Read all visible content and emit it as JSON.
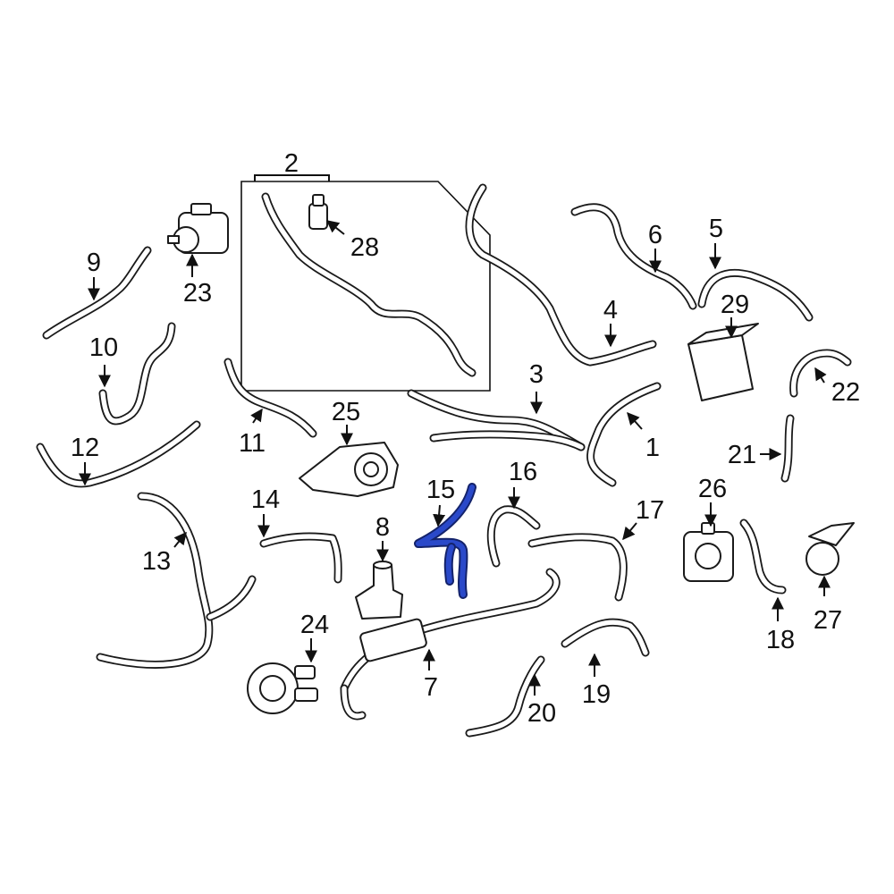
{
  "diagram": {
    "highlight_color": "#2a49c9",
    "outline_color": "#1a1a1a",
    "callouts": [
      {
        "id": "c1",
        "text": "1"
      },
      {
        "id": "c2",
        "text": "2"
      },
      {
        "id": "c3",
        "text": "3"
      },
      {
        "id": "c4",
        "text": "4"
      },
      {
        "id": "c5",
        "text": "5"
      },
      {
        "id": "c6",
        "text": "6"
      },
      {
        "id": "c7",
        "text": "7"
      },
      {
        "id": "c8",
        "text": "8"
      },
      {
        "id": "c9",
        "text": "9"
      },
      {
        "id": "c10",
        "text": "10"
      },
      {
        "id": "c11",
        "text": "11"
      },
      {
        "id": "c12",
        "text": "12"
      },
      {
        "id": "c13",
        "text": "13"
      },
      {
        "id": "c14",
        "text": "14"
      },
      {
        "id": "c15",
        "text": "15"
      },
      {
        "id": "c16",
        "text": "16"
      },
      {
        "id": "c17",
        "text": "17"
      },
      {
        "id": "c18",
        "text": "18"
      },
      {
        "id": "c19",
        "text": "19"
      },
      {
        "id": "c20",
        "text": "20"
      },
      {
        "id": "c21",
        "text": "21"
      },
      {
        "id": "c22",
        "text": "22"
      },
      {
        "id": "c23",
        "text": "23"
      },
      {
        "id": "c24",
        "text": "24"
      },
      {
        "id": "c25",
        "text": "25"
      },
      {
        "id": "c26",
        "text": "26"
      },
      {
        "id": "c27",
        "text": "27"
      },
      {
        "id": "c28",
        "text": "28"
      },
      {
        "id": "c29",
        "text": "29"
      }
    ]
  }
}
